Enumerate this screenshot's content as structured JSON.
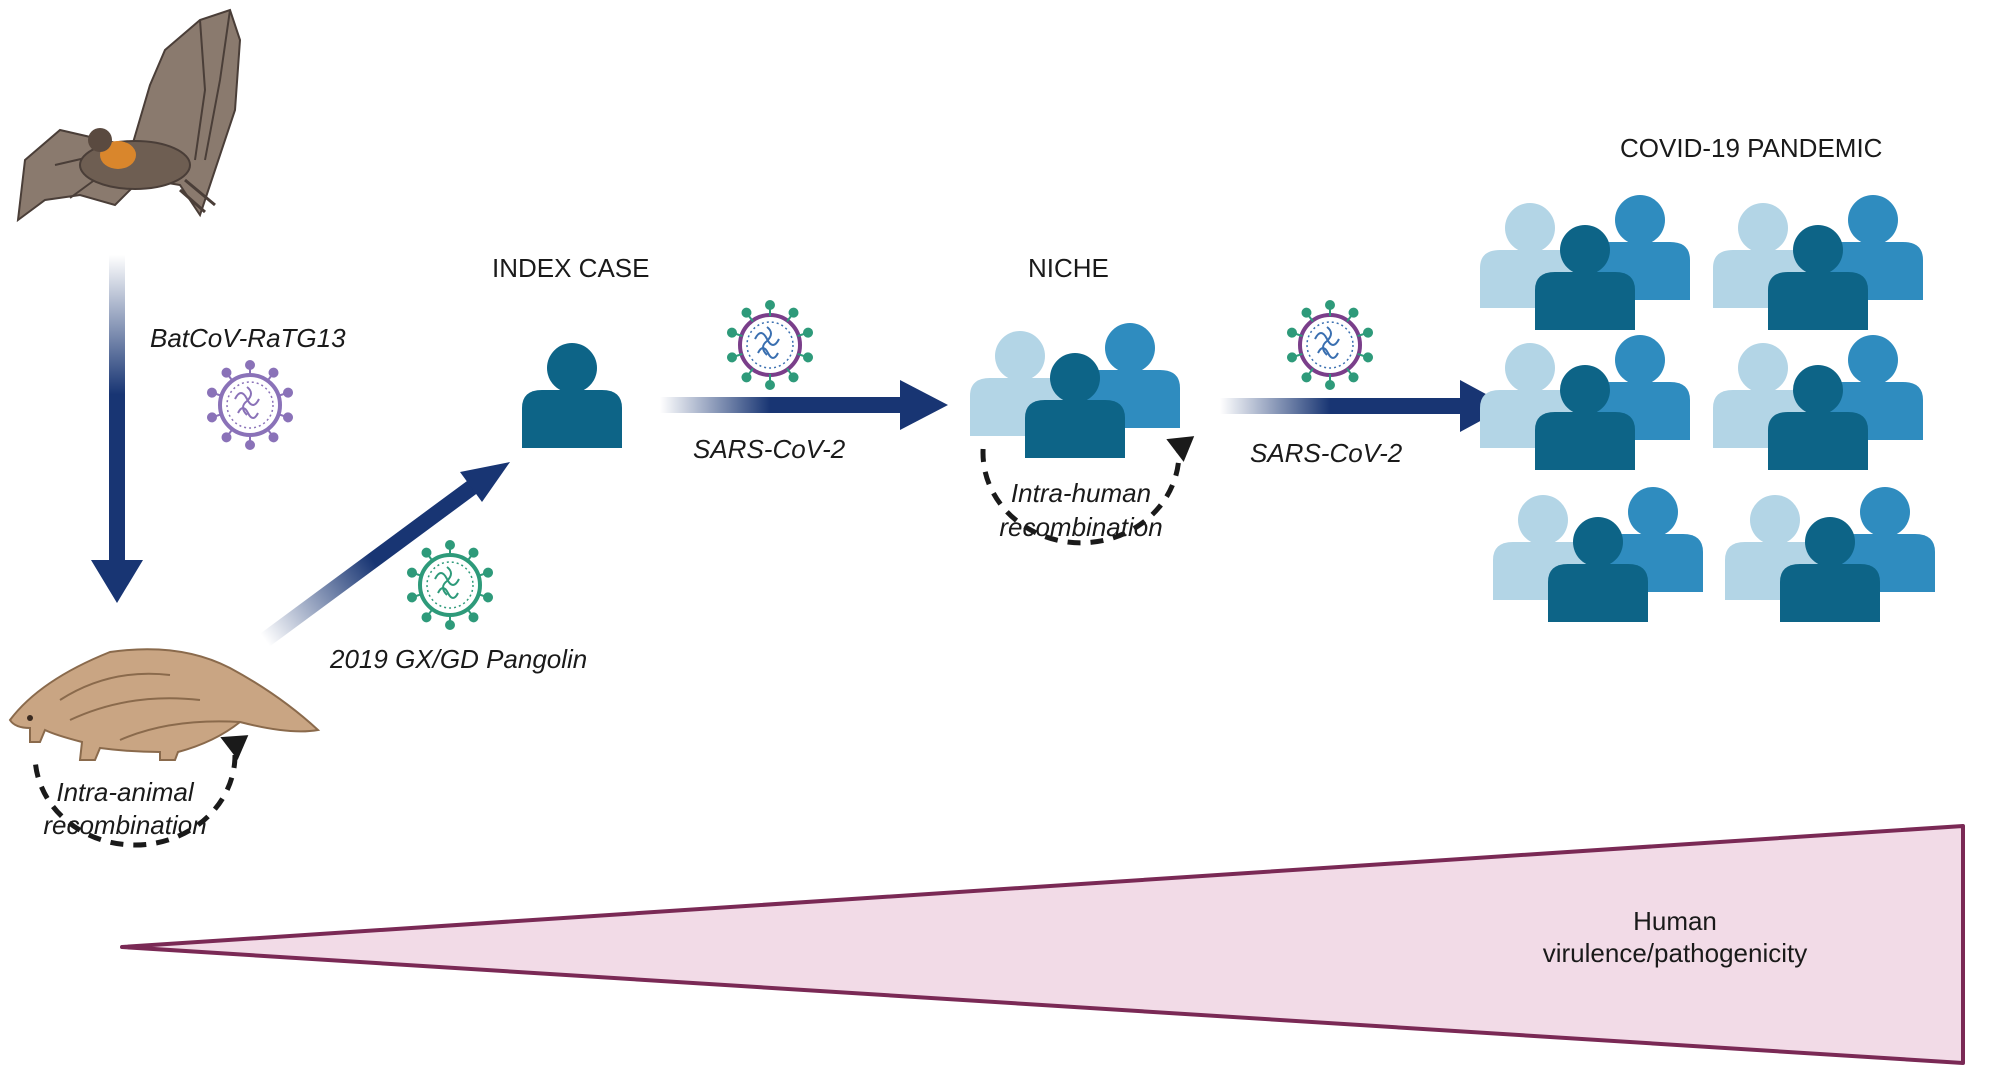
{
  "labels": {
    "index_case": "INDEX CASE",
    "niche": "NICHE",
    "pandemic": "COVID-19 PANDEMIC",
    "bat_virus": "BatCoV-RaTG13",
    "pangolin_virus": "2019 GX/GD Pangolin",
    "sars_1": "SARS-CoV-2",
    "sars_2": "SARS-CoV-2",
    "intra_human_1": "Intra-human",
    "intra_human_2": "recombination",
    "intra_animal_1": "Intra-animal",
    "intra_animal_2": "recombination",
    "human_1": "Human",
    "human_2": "virulence/pathogenicity"
  },
  "icons": [
    "bat-icon",
    "pangolin-icon",
    "virus-icon",
    "person-icon"
  ],
  "colors": {
    "arrow": "#183573",
    "person_dark": "#0d6487",
    "person_mid": "#2f8cbf",
    "person_light": "#b3d5e6",
    "wedge_fill": "#f2dbe7",
    "wedge_stroke": "#7a2955",
    "virus_purple": "#8a72b8",
    "virus_green": "#2e9a7a"
  }
}
